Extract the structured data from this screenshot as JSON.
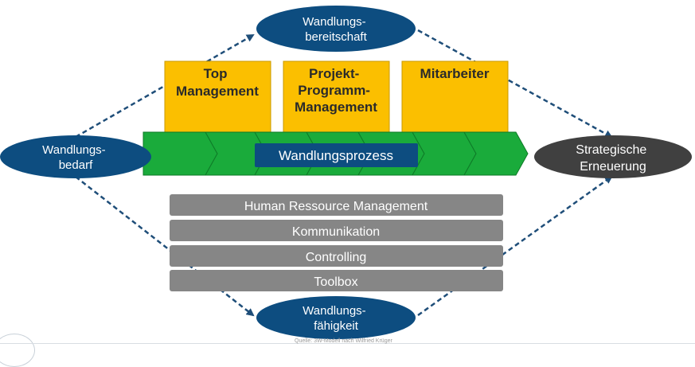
{
  "nodes": {
    "top_ellipse": [
      "Wandlungs-",
      "bereitschaft"
    ],
    "left_ellipse": [
      "Wandlungs-",
      "bedarf"
    ],
    "right_ellipse": [
      "Strategische",
      "Erneuerung"
    ],
    "bottom_ellipse": [
      "Wandlungs-",
      "fähigkeit"
    ]
  },
  "boxes": [
    [
      "Top",
      "Management"
    ],
    [
      "Projekt-",
      "Programm-",
      "Management"
    ],
    [
      "Mitarbeiter"
    ]
  ],
  "process_label": "Wandlungsprozess",
  "bars": [
    "Human Ressource Management",
    "Kommunikation",
    "Controlling",
    "Toolbox"
  ],
  "source": "Quelle: 3W-Modell nach Wilfried Krüger",
  "colors": {
    "blue": "#0d4d80",
    "dark": "#404040",
    "yellow": "#fbbf00",
    "green": "#1aab3b",
    "gray": "#868686"
  }
}
